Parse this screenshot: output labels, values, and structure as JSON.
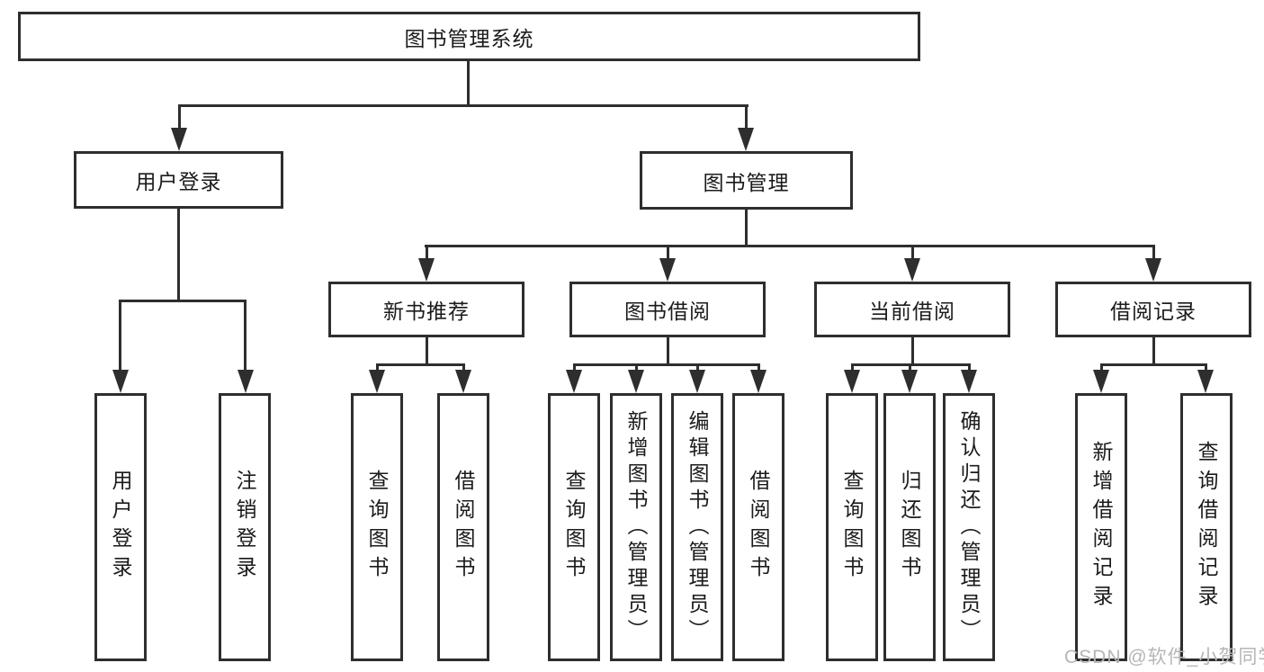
{
  "diagram": {
    "title": "图书管理系统",
    "branches": {
      "user_login": {
        "label": "用户登录",
        "children": [
          "用户登录",
          "注销登录"
        ]
      },
      "book_mgmt": {
        "label": "图书管理",
        "sections": {
          "new_books": {
            "label": "新书推荐",
            "children": [
              "查询图书",
              "借阅图书"
            ]
          },
          "book_borrow": {
            "label": "图书借阅",
            "children": [
              "查询图书",
              "新增图书（管理员）",
              "编辑图书（管理员）",
              "借阅图书"
            ]
          },
          "current_borrow": {
            "label": "当前借阅",
            "children": [
              "查询图书",
              "归还图书",
              "确认归还（管理员）"
            ]
          },
          "borrow_records": {
            "label": "借阅记录",
            "children": [
              "新增借阅记录",
              "查询借阅记录"
            ]
          }
        }
      }
    }
  },
  "watermark": {
    "text": "CSDN @软件_小贺同学"
  },
  "colors": {
    "line": "#2e2e2e",
    "text": "#1b1b1b",
    "watermark": "#b6b6b6",
    "background": "#ffffff"
  }
}
